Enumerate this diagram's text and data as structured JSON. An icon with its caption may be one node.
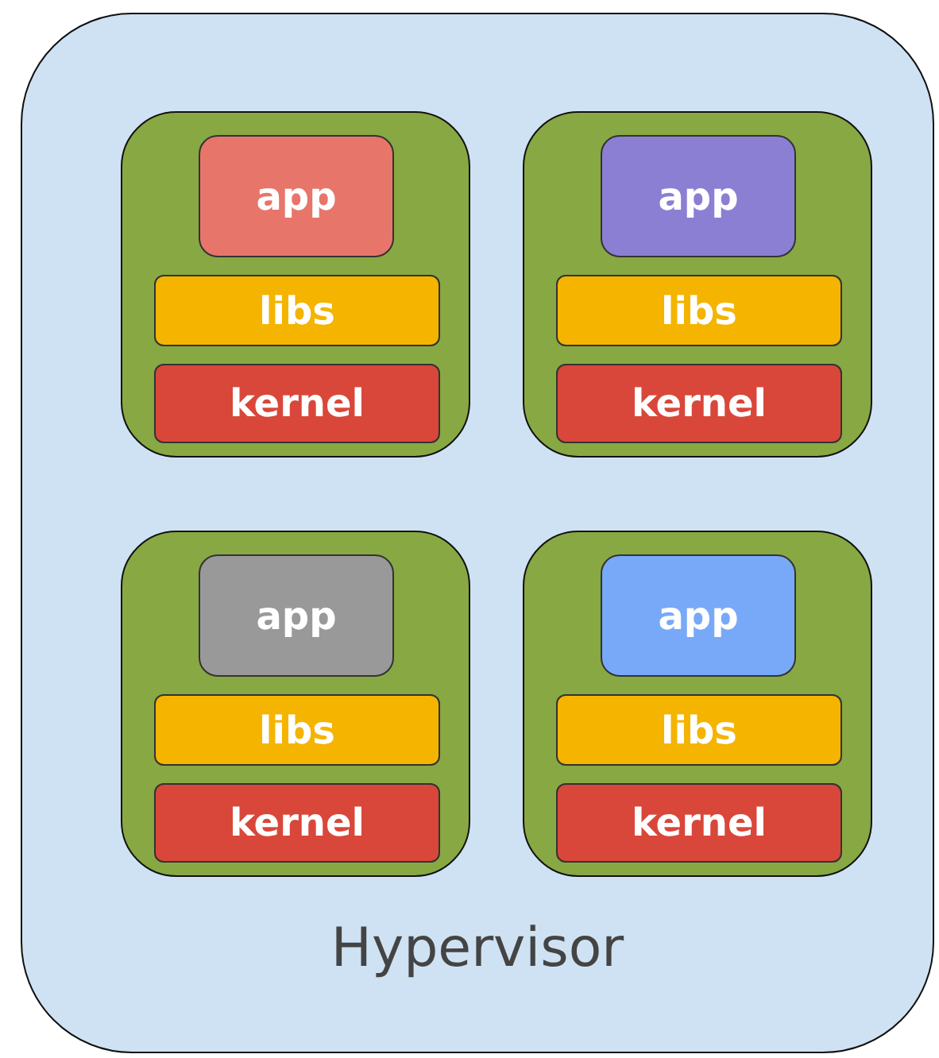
{
  "diagram": {
    "nodes": [
      {
        "text": [
          "Hypervisor"
        ]
      },
      {
        "text": [],
        "shape": "box",
        "in": 0
      },
      {
        "text": [
          "app"
        ],
        "in": 1
      },
      {
        "text": [
          "libs"
        ],
        "in": 1
      },
      {
        "text": [
          "kernel"
        ],
        "in": 1
      },
      {
        "text": [],
        "shape": "box",
        "in": 0
      },
      {
        "text": [
          "app"
        ],
        "in": 5
      },
      {
        "text": [
          "libs"
        ],
        "in": 5
      },
      {
        "text": [
          "kernel"
        ],
        "in": 5
      },
      {
        "text": [],
        "shape": "box",
        "in": 0
      },
      {
        "text": [
          "app"
        ],
        "in": 9
      },
      {
        "text": [
          "libs"
        ],
        "in": 9
      },
      {
        "text": [
          "kernel"
        ],
        "in": 9
      },
      {
        "text": [],
        "shape": "box",
        "in": 0
      },
      {
        "text": [
          "app"
        ],
        "in": 13
      },
      {
        "text": [
          "libs"
        ],
        "in": 13
      },
      {
        "text": [
          "kernel"
        ],
        "in": 13
      }
    ]
  }
}
